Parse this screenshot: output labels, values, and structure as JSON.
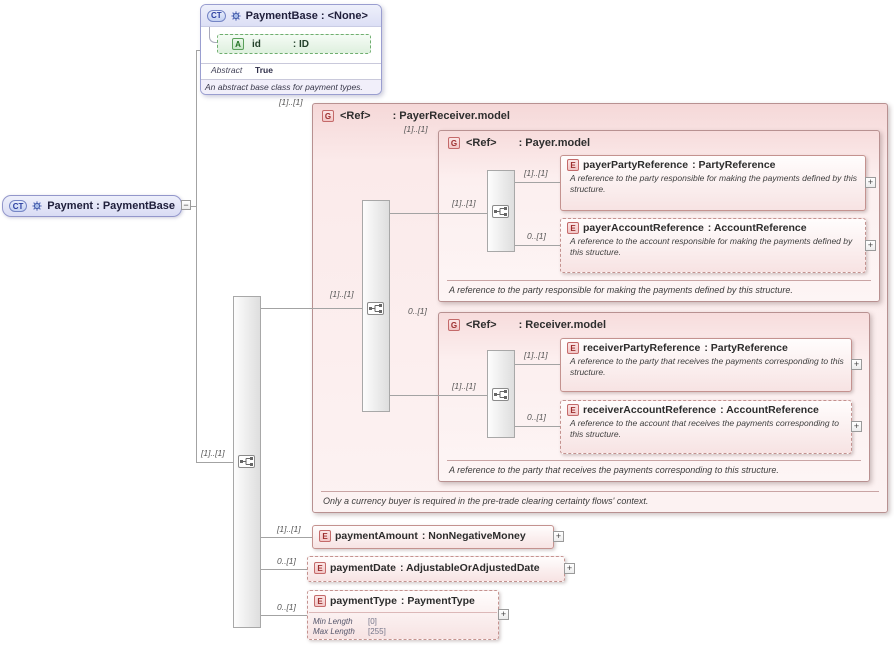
{
  "icons": {
    "plus": "+",
    "collapse": "−"
  },
  "payment": {
    "badge": "CT",
    "label": "Payment : PaymentBase"
  },
  "payment_base": {
    "badge": "CT",
    "title": "PaymentBase : <None>",
    "attribute": {
      "badge": "A",
      "name": "id",
      "type": ": ID"
    },
    "abstract_label": "Abstract",
    "abstract_value": "True",
    "doc": "An abstract base class for payment types."
  },
  "root_sequence_cardinality": "[1]..[1]",
  "payer_receiver": {
    "badge": "G",
    "name": "<Ref>",
    "type": ": PayerReceiver.model",
    "cardinality": "[1]..[1]",
    "sequence_cardinality": "[1]..[1]",
    "footer": "Only a currency buyer is required in the pre-trade clearing certainty flows' context."
  },
  "payer": {
    "badge": "G",
    "name": "<Ref>",
    "type": ": Payer.model",
    "cardinality": "[1]..[1]",
    "sequence_cardinality": "[1]..[1]",
    "footer": "A reference to the party responsible for making the payments defined by this structure.",
    "party": {
      "badge": "E",
      "name": "payerPartyReference",
      "type": ": PartyReference",
      "cardinality": "[1]..[1]",
      "doc": "A reference to the party responsible for making the payments defined by this structure."
    },
    "account": {
      "badge": "E",
      "name": "payerAccountReference",
      "type": ": AccountReference",
      "cardinality": "0..[1]",
      "doc": "A reference to the account responsible for making the payments defined by this structure."
    }
  },
  "receiver": {
    "badge": "G",
    "name": "<Ref>",
    "type": ": Receiver.model",
    "cardinality": "0..[1]",
    "sequence_cardinality": "[1]..[1]",
    "footer": "A reference to the party that receives the payments corresponding to this structure.",
    "party": {
      "badge": "E",
      "name": "receiverPartyReference",
      "type": ": PartyReference",
      "cardinality": "[1]..[1]",
      "doc": "A reference to the party that receives the payments corresponding to this structure."
    },
    "account": {
      "badge": "E",
      "name": "receiverAccountReference",
      "type": ": AccountReference",
      "cardinality": "0..[1]",
      "doc": "A reference to the account that receives the payments corresponding to this structure."
    }
  },
  "payment_amount": {
    "badge": "E",
    "name": "paymentAmount",
    "type": ": NonNegativeMoney",
    "cardinality": "[1]..[1]"
  },
  "payment_date": {
    "badge": "E",
    "name": "paymentDate",
    "type": ": AdjustableOrAdjustedDate",
    "cardinality": "0..[1]"
  },
  "payment_type": {
    "badge": "E",
    "name": "paymentType",
    "type": ": PaymentType",
    "cardinality": "0..[1]",
    "facets": {
      "min_label": "Min Length",
      "min_value": "[0]",
      "max_label": "Max Length",
      "max_value": "[255]"
    }
  }
}
